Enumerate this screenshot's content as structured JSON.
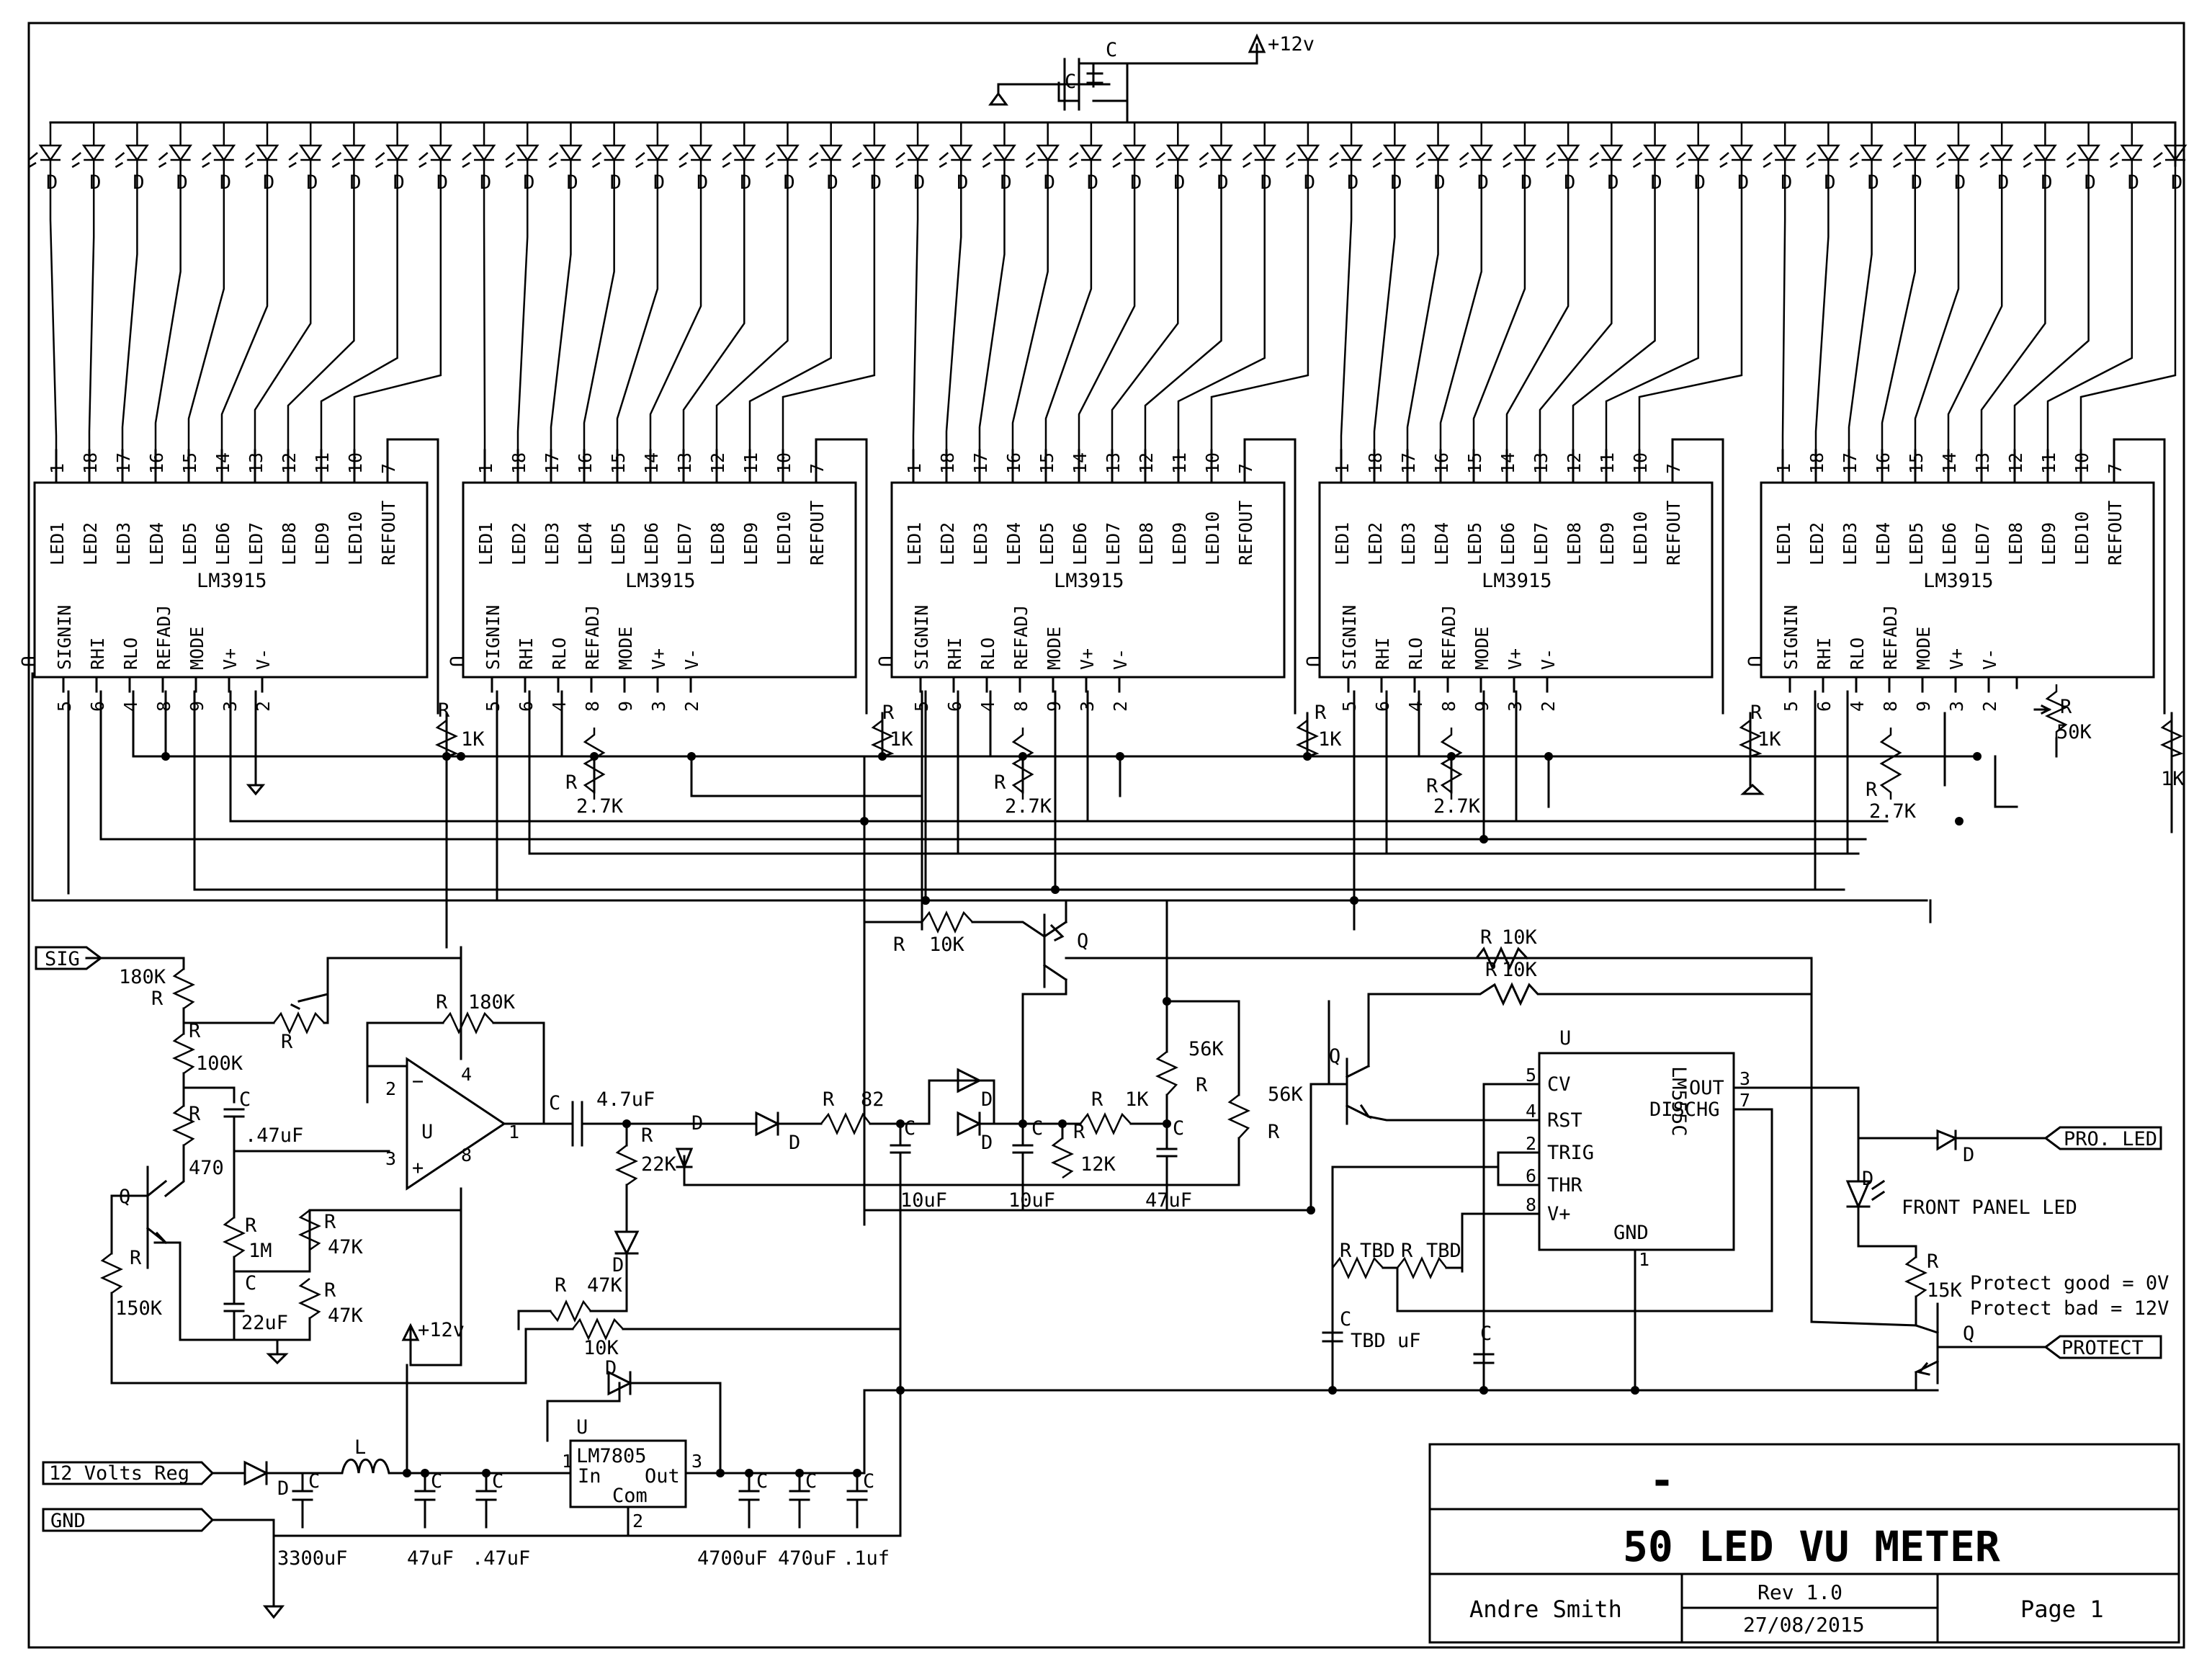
{
  "title_block": {
    "doc_number": "-",
    "title": "50 LED VU METER",
    "author": "Andre Smith",
    "revision": "Rev 1.0",
    "date": "27/08/2015",
    "page": "Page 1"
  },
  "ics": {
    "driver_name": "LM3915",
    "timer_name": "LM555C",
    "regulator_name": "LM7805",
    "regulator_pins": {
      "in": "In",
      "out": "Out",
      "com": "Com",
      "n_in": "1",
      "n_out": "3",
      "n_com": "2"
    },
    "opamp_designator": "U",
    "top_pins": [
      {
        "num": "1",
        "name": "LED1"
      },
      {
        "num": "18",
        "name": "LED2"
      },
      {
        "num": "17",
        "name": "LED3"
      },
      {
        "num": "16",
        "name": "LED4"
      },
      {
        "num": "15",
        "name": "LED5"
      },
      {
        "num": "14",
        "name": "LED6"
      },
      {
        "num": "13",
        "name": "LED7"
      },
      {
        "num": "12",
        "name": "LED8"
      },
      {
        "num": "11",
        "name": "LED9"
      },
      {
        "num": "10",
        "name": "LED10"
      },
      {
        "num": "7",
        "name": "REFOUT"
      }
    ],
    "bottom_pins": [
      {
        "num": "5",
        "name": "SIGNIN"
      },
      {
        "num": "6",
        "name": "RHI"
      },
      {
        "num": "4",
        "name": "RLO"
      },
      {
        "num": "8",
        "name": "REFADJ"
      },
      {
        "num": "9",
        "name": "MODE"
      },
      {
        "num": "3",
        "name": "V+"
      },
      {
        "num": "2",
        "name": "V-"
      }
    ],
    "timer_pins_left": [
      {
        "num": "5",
        "name": "CV"
      },
      {
        "num": "4",
        "name": "RST"
      },
      {
        "num": "2",
        "name": "TRIG"
      },
      {
        "num": "6",
        "name": "THR"
      },
      {
        "num": "8",
        "name": "V+"
      }
    ],
    "timer_pins_right": [
      {
        "num": "3",
        "name": "OUT"
      },
      {
        "num": "7",
        "name": "DISCHG"
      }
    ],
    "timer_gnd": {
      "num": "1",
      "name": "GND"
    }
  },
  "ports": {
    "sig": "SIG",
    "supply": "12 Volts Reg",
    "gnd": "GND",
    "pro_led": "PRO. LED",
    "protect": "PROTECT",
    "front_panel": "FRONT PANEL LED"
  },
  "notes": {
    "protect_good": "Protect good = 0V",
    "protect_bad": "Protect bad = 12V"
  },
  "supply": {
    "rail": "+12v"
  },
  "designators": {
    "u": "U",
    "r": "R",
    "c": "C",
    "d": "D",
    "q": "Q",
    "l": "L"
  },
  "values": {
    "r180k": "180K",
    "r100k": "100K",
    "r470": "470",
    "r150k": "150K",
    "r1m": "1M",
    "r47k": "47K",
    "r22k": "22K",
    "r10k": "10K",
    "r82": "82",
    "r1k": "1K",
    "r12k": "12K",
    "r56k": "56K",
    "r2_7k": "2.7K",
    "r50k": "50K",
    "r15k": "15K",
    "rtbd": "TBD",
    "c047": ".47uF",
    "c22": "22uF",
    "c47u": "4.7uF",
    "c10": "10uF",
    "c47": "47uF",
    "c3300": "3300uF",
    "c047b": ".47uF",
    "c4700": "4700uF",
    "c470": "470uF",
    "c01": ".1uf",
    "ctbd": "TBD uF"
  },
  "colors": {
    "ink": "#000000",
    "paper": "#ffffff"
  }
}
